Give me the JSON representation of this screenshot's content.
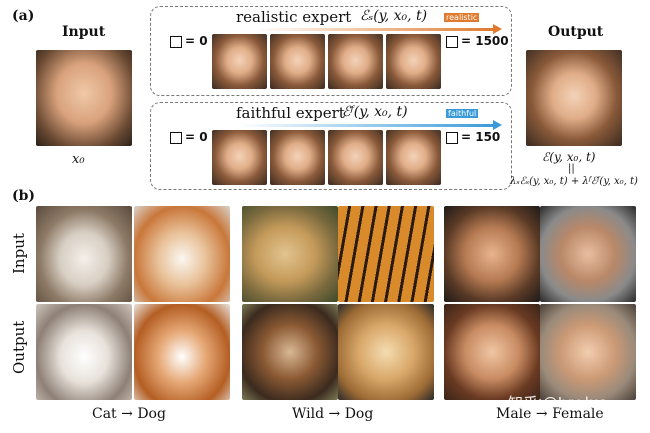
{
  "panel_a": {
    "label": "(a)",
    "input_title": "Input",
    "output_title": "Output",
    "x0_label": "x₀",
    "realistic": {
      "title": "realistic expert",
      "formula": "ℰₛ(y, x₀, t)",
      "arrow_label": "realistic",
      "arrow_color": "#e07a2e",
      "start_value": "= 0",
      "end_value": "= 1500"
    },
    "faithful": {
      "title": "faithful expert",
      "formula": "ℰᶠ(y, x₀, t)",
      "arrow_label": "faithful",
      "arrow_color": "#3a9ad9",
      "start_value": "= 0",
      "end_value": "= 150"
    },
    "output_formula_1": "ℰ(y, x₀, t)",
    "output_formula_eq": "||",
    "output_formula_2": "λₛℰₛ(y, x₀, t) + λᶠℰᶠ(y, x₀, t)"
  },
  "panel_b": {
    "label": "(b)",
    "row_input": "Input",
    "row_output": "Output",
    "groups": [
      {
        "caption": "Cat → Dog"
      },
      {
        "caption": "Wild → Dog"
      },
      {
        "caption": "Male → Female"
      }
    ]
  },
  "watermark": "知乎 @Ivy luo"
}
